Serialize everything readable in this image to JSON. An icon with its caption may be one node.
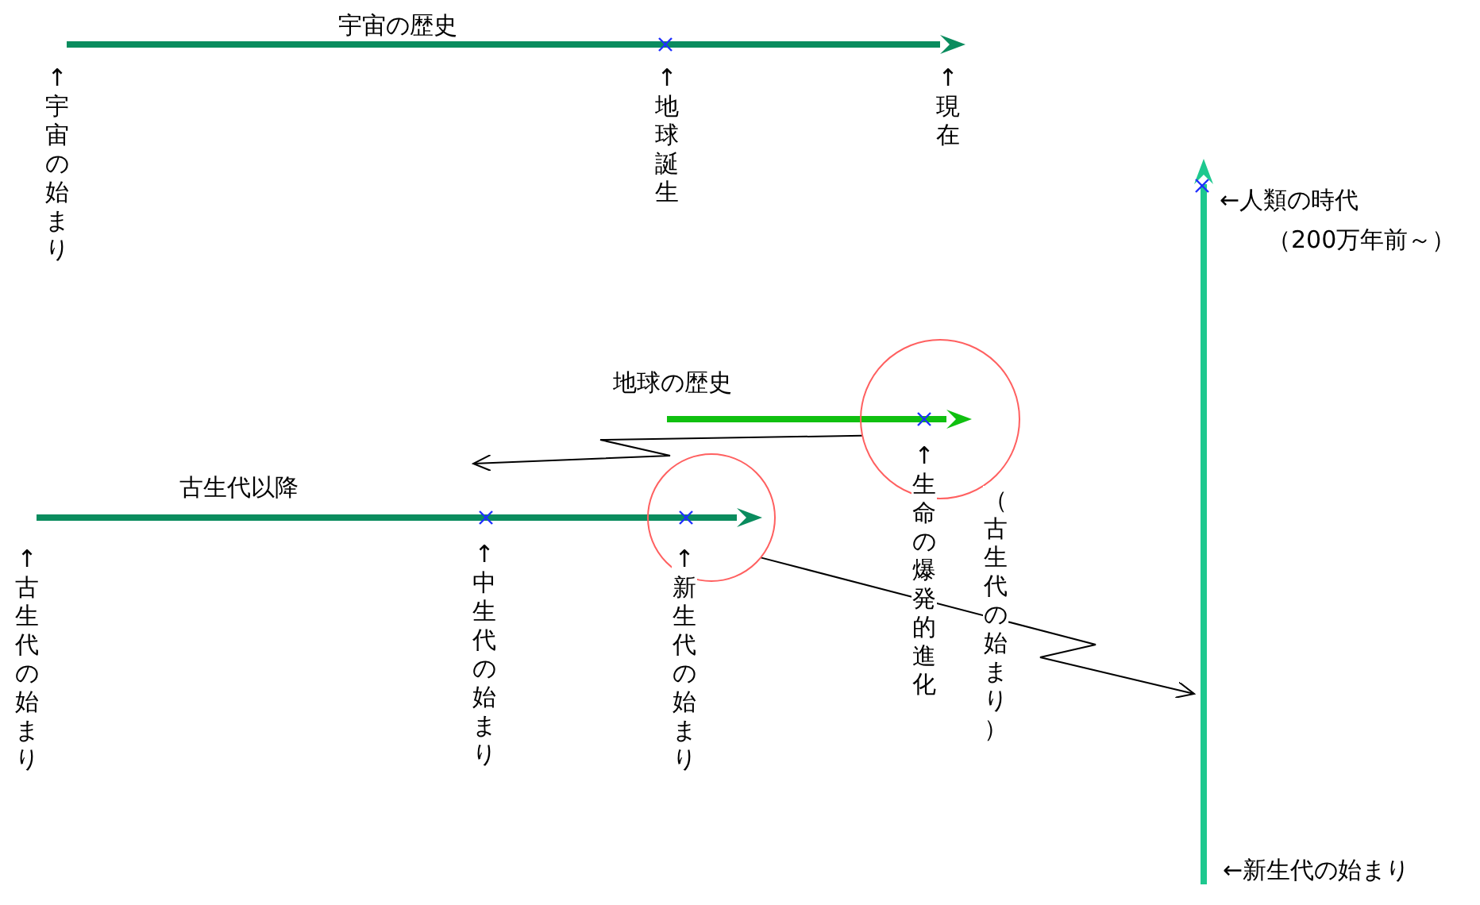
{
  "diagram": {
    "nodes": [
      {
        "text": [],
        "shape": "circle"
      },
      {
        "text": [],
        "shape": "circle"
      }
    ],
    "edges": [
      {
        "from": 0,
        "to": null,
        "arrow": "to"
      },
      {
        "from": 1,
        "to": null,
        "arrow": "to"
      }
    ],
    "labels": [
      "宇宙の歴史",
      "↑宇宙の始まり",
      "↑地球誕生",
      "↑現在",
      "←人類の時代",
      "（200万年前～）",
      "地球の歴史",
      "古生代以降",
      "↑古生代の始まり",
      "↑中生代の始まり",
      "↑新生代の始まり",
      "↑生命の爆発的進化",
      "（古生代の始まり）",
      "←新生代の始まり"
    ]
  }
}
